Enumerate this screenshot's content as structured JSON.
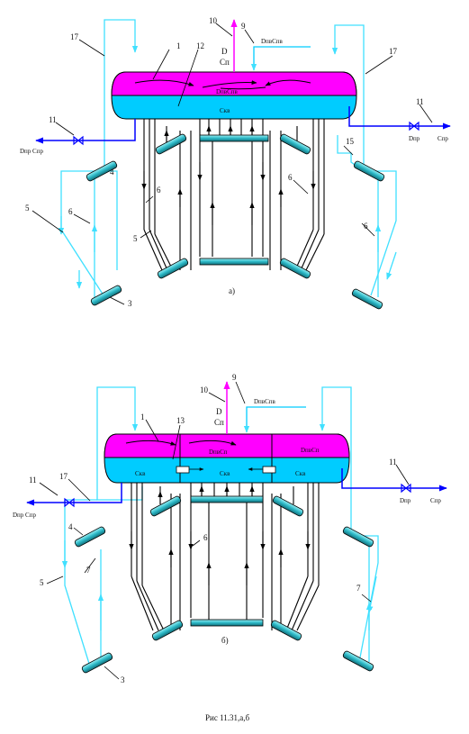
{
  "colors": {
    "steam": "#ff00ff",
    "water": "#00ccff",
    "circuit": "#55e6ff",
    "blowdown": "#0000ff",
    "pipe": "#000000",
    "header": "#2bb8c6"
  },
  "diagram_a": {
    "caption": "а)",
    "callouts": [
      "1",
      "12",
      "10",
      "9",
      "17",
      "17",
      "11",
      "11",
      "4",
      "5",
      "6",
      "6",
      "6",
      "5",
      "15",
      "6",
      "3"
    ],
    "labels": {
      "steam_D": "D",
      "steam_C": "Cп",
      "feed": "DпвCпв",
      "drum_steam": "DпвCпв",
      "drum_water": "Cкв",
      "blow_left": "Dпр  Cпр",
      "blow_right_D": "Dпр",
      "blow_right_C": "Cпр"
    }
  },
  "diagram_b": {
    "caption": "б)",
    "callouts": [
      "10",
      "9",
      "1",
      "13",
      "11",
      "17",
      "4",
      "5",
      "7",
      "6",
      "3",
      "11",
      "7"
    ],
    "labels": {
      "steam_D": "D",
      "steam_C": "Cп",
      "feed": "DпвCпв",
      "drum_steam_center": "DпвCп",
      "drum_steam_right": "DпвCп",
      "water_left": "Cкв",
      "water_center": "Cкв",
      "water_right": "Cкв",
      "blow_left": "Dпр  Cпр",
      "blow_right_D": "Dпр",
      "blow_right_C": "Cпр"
    }
  },
  "figure_caption": "Рис 11.31,а,б"
}
